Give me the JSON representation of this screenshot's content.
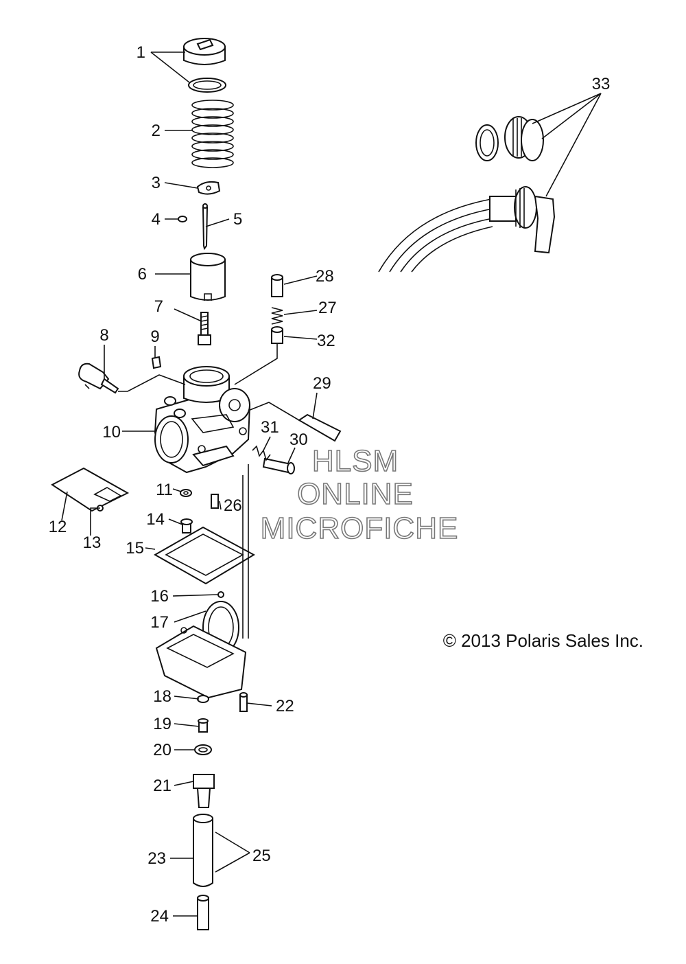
{
  "watermark": {
    "line1": "HLSM",
    "line2": "ONLINE",
    "line3": "MICROFICHE"
  },
  "copyright": "© 2013 Polaris Sales Inc.",
  "callouts": [
    {
      "id": "1",
      "label": "1"
    },
    {
      "id": "2",
      "label": "2"
    },
    {
      "id": "3",
      "label": "3"
    },
    {
      "id": "4",
      "label": "4"
    },
    {
      "id": "5",
      "label": "5"
    },
    {
      "id": "6",
      "label": "6"
    },
    {
      "id": "7",
      "label": "7"
    },
    {
      "id": "8",
      "label": "8"
    },
    {
      "id": "9",
      "label": "9"
    },
    {
      "id": "10",
      "label": "10"
    },
    {
      "id": "11",
      "label": "11"
    },
    {
      "id": "12",
      "label": "12"
    },
    {
      "id": "13",
      "label": "13"
    },
    {
      "id": "14",
      "label": "14"
    },
    {
      "id": "15",
      "label": "15"
    },
    {
      "id": "16",
      "label": "16"
    },
    {
      "id": "17",
      "label": "17"
    },
    {
      "id": "18",
      "label": "18"
    },
    {
      "id": "19",
      "label": "19"
    },
    {
      "id": "20",
      "label": "20"
    },
    {
      "id": "21",
      "label": "21"
    },
    {
      "id": "22",
      "label": "22"
    },
    {
      "id": "23",
      "label": "23"
    },
    {
      "id": "24",
      "label": "24"
    },
    {
      "id": "25",
      "label": "25"
    },
    {
      "id": "26",
      "label": "26"
    },
    {
      "id": "27",
      "label": "27"
    },
    {
      "id": "28",
      "label": "28"
    },
    {
      "id": "29",
      "label": "29"
    },
    {
      "id": "30",
      "label": "30"
    },
    {
      "id": "31",
      "label": "31"
    },
    {
      "id": "32",
      "label": "32"
    },
    {
      "id": "33",
      "label": "33"
    }
  ]
}
